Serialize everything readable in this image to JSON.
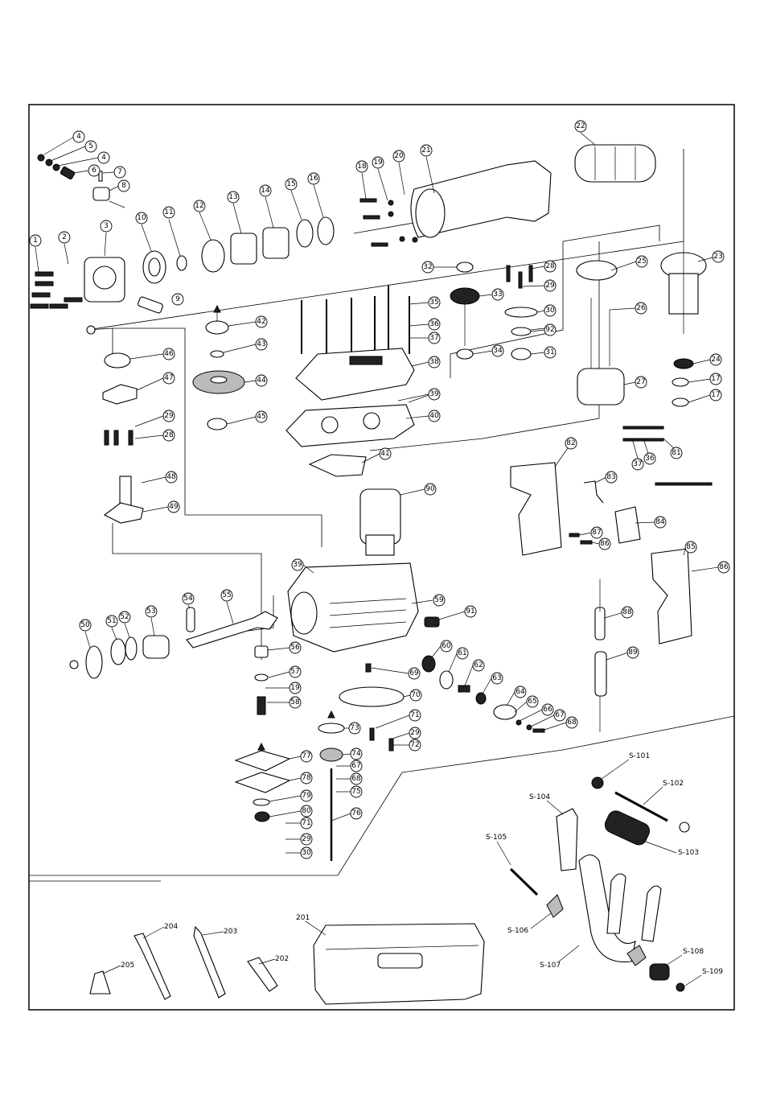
{
  "callouts": {
    "c1": "1",
    "c2": "2",
    "c3": "3",
    "c4a": "4",
    "c4b": "4",
    "c5": "5",
    "c6": "6",
    "c7": "7",
    "c8": "8",
    "c9": "9",
    "c10": "10",
    "c11": "11",
    "c12": "12",
    "c13": "13",
    "c14": "14",
    "c15": "15",
    "c16": "16",
    "c17a": "17",
    "c17b": "17",
    "c18": "18",
    "c19a": "19",
    "c19b": "19",
    "c20": "20",
    "c21": "21",
    "c22": "22",
    "c23": "23",
    "c24": "24",
    "c25": "25",
    "c26": "26",
    "c27": "27",
    "c28a": "28",
    "c28b": "28",
    "c29a": "29",
    "c29b": "29",
    "c29c": "29",
    "c29d": "29",
    "c30a": "30",
    "c30b": "30",
    "c31": "31",
    "c32": "32",
    "c33": "33",
    "c34": "34",
    "c35": "35",
    "c36a": "36",
    "c36b": "36",
    "c37a": "37",
    "c37b": "37",
    "c38": "38",
    "c39a": "39",
    "c39b": "39",
    "c40": "40",
    "c41": "41",
    "c42": "42",
    "c43": "43",
    "c44": "44",
    "c45": "45",
    "c46": "46",
    "c47": "47",
    "c48": "48",
    "c49": "49",
    "c50": "50",
    "c51": "51",
    "c52": "52",
    "c53": "53",
    "c54": "54",
    "c55": "55",
    "c56": "56",
    "c57": "57",
    "c58": "58",
    "c59": "59",
    "c60": "60",
    "c61": "61",
    "c62": "62",
    "c63": "63",
    "c64": "64",
    "c65": "65",
    "c66": "66",
    "c67a": "67",
    "c67b": "67",
    "c68a": "68",
    "c68b": "68",
    "c69": "69",
    "c70": "70",
    "c71a": "71",
    "c71b": "71",
    "c72": "72",
    "c73": "73",
    "c74": "74",
    "c75": "75",
    "c76": "76",
    "c77": "77",
    "c78": "78",
    "c79": "79",
    "c80": "80",
    "c81": "81",
    "c82": "82",
    "c83": "83",
    "c84": "84",
    "c85": "85",
    "c86a": "86",
    "c86b": "86",
    "c87": "87",
    "c88": "88",
    "c89": "89",
    "c90": "90",
    "c91": "91",
    "c92": "92"
  },
  "labels": {
    "s101": "S-101",
    "s102": "S-102",
    "s103": "S-103",
    "s104": "S-104",
    "s105": "S-105",
    "s106": "S-106",
    "s107": "S-107",
    "s108": "S-108",
    "s109": "S-109",
    "l201": "201",
    "l202": "202",
    "l203": "203",
    "l204": "204",
    "l205": "205"
  }
}
